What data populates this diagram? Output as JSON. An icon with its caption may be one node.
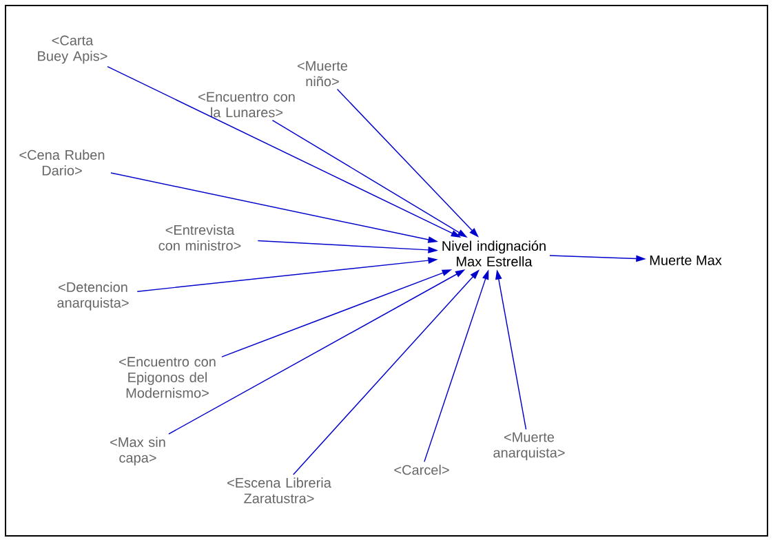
{
  "diagram": {
    "nodes": [
      {
        "text": [
          "<Carta Buey Apis>"
        ]
      },
      {
        "text": [
          "<Muerte niño>"
        ]
      },
      {
        "text": [
          "<Encuentro con la Lunares>"
        ]
      },
      {
        "text": [
          "<Cena Ruben Dario>"
        ]
      },
      {
        "text": [
          "<Entrevista con ministro>"
        ]
      },
      {
        "text": [
          "<Detencion anarquista>"
        ]
      },
      {
        "text": [
          "<Encuentro con Epigonos del Modernismo>"
        ]
      },
      {
        "text": [
          "<Max sin capa>"
        ]
      },
      {
        "text": [
          "<Escena Libreria Zaratustra>"
        ]
      },
      {
        "text": [
          "<Carcel>"
        ]
      },
      {
        "text": [
          "<Muerte anarquista>"
        ]
      },
      {
        "text": [
          "Nivel indignación Max Estrella"
        ]
      },
      {
        "text": [
          "Muerte Max"
        ]
      }
    ],
    "edges": [
      {
        "from": 0,
        "to": 11,
        "arrow": "to"
      },
      {
        "from": 1,
        "to": 11,
        "arrow": "to"
      },
      {
        "from": 2,
        "to": 11,
        "arrow": "to"
      },
      {
        "from": 3,
        "to": 11,
        "arrow": "to"
      },
      {
        "from": 4,
        "to": 11,
        "arrow": "to"
      },
      {
        "from": 5,
        "to": 11,
        "arrow": "to"
      },
      {
        "from": 6,
        "to": 11,
        "arrow": "to"
      },
      {
        "from": 7,
        "to": 11,
        "arrow": "to"
      },
      {
        "from": 8,
        "to": 11,
        "arrow": "to"
      },
      {
        "from": 9,
        "to": 11,
        "arrow": "to"
      },
      {
        "from": 10,
        "to": 11,
        "arrow": "to"
      },
      {
        "from": 11,
        "to": 12,
        "arrow": "to"
      }
    ]
  }
}
